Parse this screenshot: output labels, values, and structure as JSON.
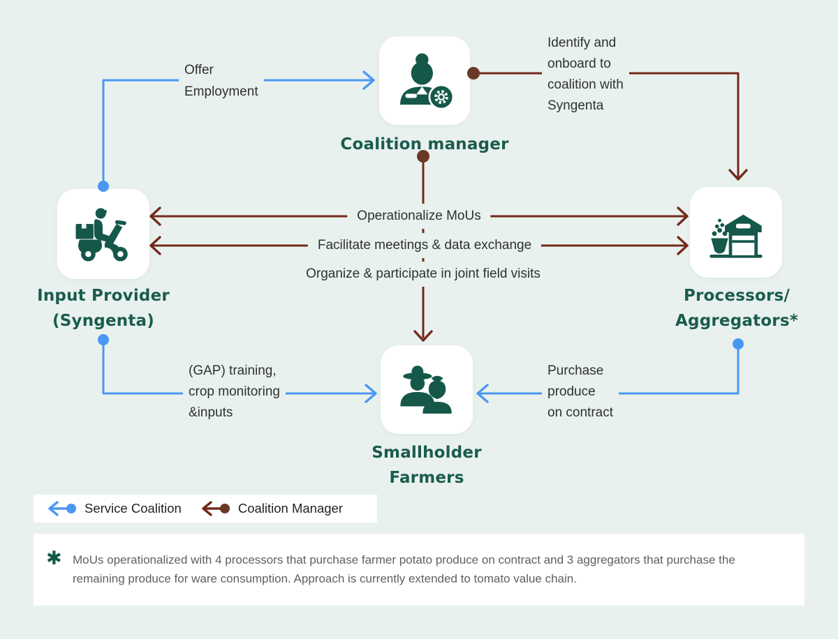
{
  "palette": {
    "background": "#e9f1ee",
    "node_background": "#ffffff",
    "icon_green": "#15584a",
    "title_green": "#1a5c4e",
    "service_blue": "#4a97f3",
    "manager_brown_line": "#73291a",
    "manager_brown_dot": "#6b3826",
    "label_text": "#2d3130",
    "footnote_text": "#5d615f"
  },
  "nodes": {
    "coalition_manager": {
      "label": "Coalition manager",
      "icon": "person-gear-icon"
    },
    "input_provider": {
      "label": "Input Provider\n(Syngenta)",
      "icon": "delivery-scooter-icon"
    },
    "processors": {
      "label": "Processors/\nAggregators*",
      "icon": "warehouse-icon"
    },
    "smallholder_farmers": {
      "label": "Smallholder\nFarmers",
      "icon": "farmers-icon"
    }
  },
  "edges": {
    "offer_employment": "Offer\nEmployment",
    "identify_onboard": "Identify and\nonboard to\ncoalition with\nSyngenta",
    "operationalize_mous": "Operationalize MoUs",
    "facilitate_meetings": "Facilitate meetings & data exchange",
    "organize_field_visits": "Organize & participate in joint field visits",
    "gap_training": "(GAP) training,\ncrop monitoring\n&inputs",
    "purchase_produce": "Purchase\nproduce\non contract"
  },
  "legend": {
    "service_coalition": "Service Coalition",
    "coalition_manager": "Coalition Manager"
  },
  "footnote": {
    "marker": "✱",
    "text": "MoUs operationalized with 4 processors that purchase farmer potato produce on contract and 3 aggregators that purchase the remaining produce for ware consumption. Approach is currently extended to tomato value chain."
  }
}
